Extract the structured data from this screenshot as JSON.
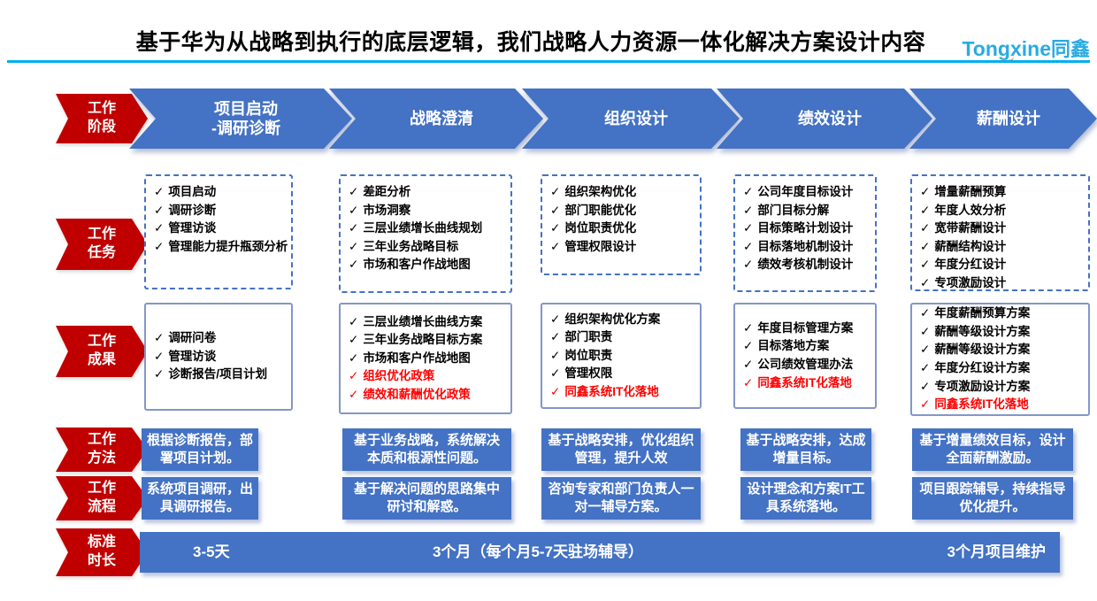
{
  "header": {
    "title": "基于华为从战略到执行的底层逻辑，我们战略人力资源一体化解决方案设计内容",
    "logo_en": "Tongxine",
    "logo_cn": "同鑫"
  },
  "icons": {
    "check": "✓"
  },
  "row_labels": {
    "stage": "工作\n阶段",
    "tasks": "工作\n任务",
    "outputs": "工作\n成果",
    "method": "工作\n方法",
    "process": "工作\n流程",
    "duration": "标准\n时长"
  },
  "columns": [
    {
      "stage": "项目启动\n-调研诊断",
      "tasks": [
        "项目启动",
        "调研诊断",
        "管理访谈",
        "管理能力提升瓶颈分析"
      ],
      "outputs": [
        {
          "text": "调研问卷",
          "red": false
        },
        {
          "text": "管理访谈",
          "red": false
        },
        {
          "text": "诊断报告/项目计划",
          "red": false
        }
      ],
      "method": "根据诊断报告，部署项目计划。",
      "process": "系统项目调研，出具调研报告。"
    },
    {
      "stage": "战略澄清",
      "tasks": [
        "差距分析",
        "市场洞察",
        "三层业绩增长曲线规划",
        "三年业务战略目标",
        "市场和客户作战地图"
      ],
      "outputs": [
        {
          "text": "三层业绩增长曲线方案",
          "red": false
        },
        {
          "text": "三年业务战略目标方案",
          "red": false
        },
        {
          "text": "市场和客户作战地图",
          "red": false
        },
        {
          "text": "组织优化政策",
          "red": true
        },
        {
          "text": "绩效和薪酬优化政策",
          "red": true
        }
      ],
      "method": "基于业务战略，系统解决本质和根源性问题。",
      "process": "基于解决问题的思路集中研讨和解惑。"
    },
    {
      "stage": "组织设计",
      "tasks": [
        "组织架构优化",
        "部门职能优化",
        "岗位职责优化",
        "管理权限设计"
      ],
      "outputs": [
        {
          "text": "组织架构优化方案",
          "red": false
        },
        {
          "text": "部门职责",
          "red": false
        },
        {
          "text": "岗位职责",
          "red": false
        },
        {
          "text": "管理权限",
          "red": false
        },
        {
          "text": "同鑫系统IT化落地",
          "red": true
        }
      ],
      "method": "基于战略安排，优化组织管理，提升人效",
      "process": "咨询专家和部门负责人一对一辅导方案。"
    },
    {
      "stage": "绩效设计",
      "tasks": [
        "公司年度目标设计",
        "部门目标分解",
        "目标策略计划设计",
        "目标落地机制设计",
        "绩效考核机制设计"
      ],
      "outputs": [
        {
          "text": "年度目标管理方案",
          "red": false
        },
        {
          "text": "目标落地方案",
          "red": false
        },
        {
          "text": "公司绩效管理办法",
          "red": false
        },
        {
          "text": "同鑫系统IT化落地",
          "red": true
        }
      ],
      "method": "基于战略安排，达成增量目标。",
      "process": "设计理念和方案IT工具系统落地。"
    },
    {
      "stage": "薪酬设计",
      "tasks": [
        "增量薪酬预算",
        "年度人效分析",
        "宽带薪酬设计",
        "薪酬结构设计",
        "年度分红设计",
        "专项激励设计"
      ],
      "outputs": [
        {
          "text": "年度薪酬预算方案",
          "red": false
        },
        {
          "text": "薪酬等级设计方案",
          "red": false
        },
        {
          "text": "薪酬等级设计方案",
          "red": false
        },
        {
          "text": "年度分红设计方案",
          "red": false
        },
        {
          "text": "专项激励设计方案",
          "red": false
        },
        {
          "text": "同鑫系统IT化落地",
          "red": true
        }
      ],
      "method": "基于增量绩效目标，设计全面薪酬激励。",
      "process": "项目跟踪辅导，持续指导优化提升。"
    }
  ],
  "durations": {
    "first": "3-5天",
    "middle": "3个月（每个月5-7天驻场辅导）",
    "last": "3个月项目维护"
  },
  "colors": {
    "red": "#C00000",
    "blue": "#4472C4",
    "accent_line": "#00AEEF",
    "red_text": "#FF0000",
    "yellow": "#FFFF00",
    "logo_blue": "#29ABE2"
  }
}
